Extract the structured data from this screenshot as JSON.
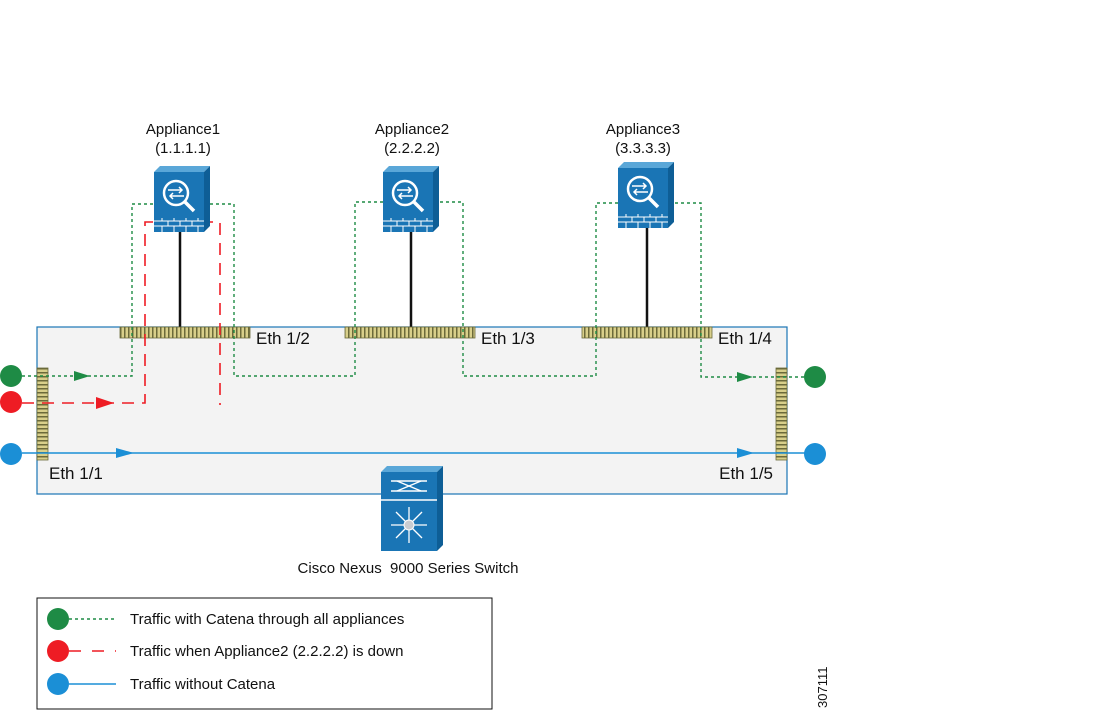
{
  "appliances": [
    {
      "name": "Appliance1",
      "ip": "(1.1.1.1)"
    },
    {
      "name": "Appliance2",
      "ip": "(2.2.2.2)"
    },
    {
      "name": "Appliance3",
      "ip": "(3.3.3.3)"
    }
  ],
  "ports": {
    "eth12": "Eth 1/2",
    "eth13": "Eth 1/3",
    "eth14": "Eth 1/4",
    "eth11": "Eth 1/1",
    "eth15": "Eth 1/5"
  },
  "switch": {
    "caption": "Cisco Nexus  9000 Series Switch"
  },
  "legend": [
    {
      "label": "Traffic with Catena through all appliances",
      "color": "#1e8b45"
    },
    {
      "label": "Traffic when Appliance2 (2.2.2.2) is down",
      "color": "#ee1c24"
    },
    {
      "label": "Traffic without Catena",
      "color": "#1b8fd6"
    }
  ],
  "figure_id": "307111",
  "colors": {
    "green": "#1e8b45",
    "red": "#ee1c24",
    "blue": "#1b8fd6",
    "appliance_blue": "#1a75b5",
    "switch_box_fill": "#f3f3f3",
    "switch_box_stroke": "#1a75b5"
  },
  "icons": {
    "appliance": "firewall-appliance-icon",
    "switch": "nexus-switch-icon"
  }
}
